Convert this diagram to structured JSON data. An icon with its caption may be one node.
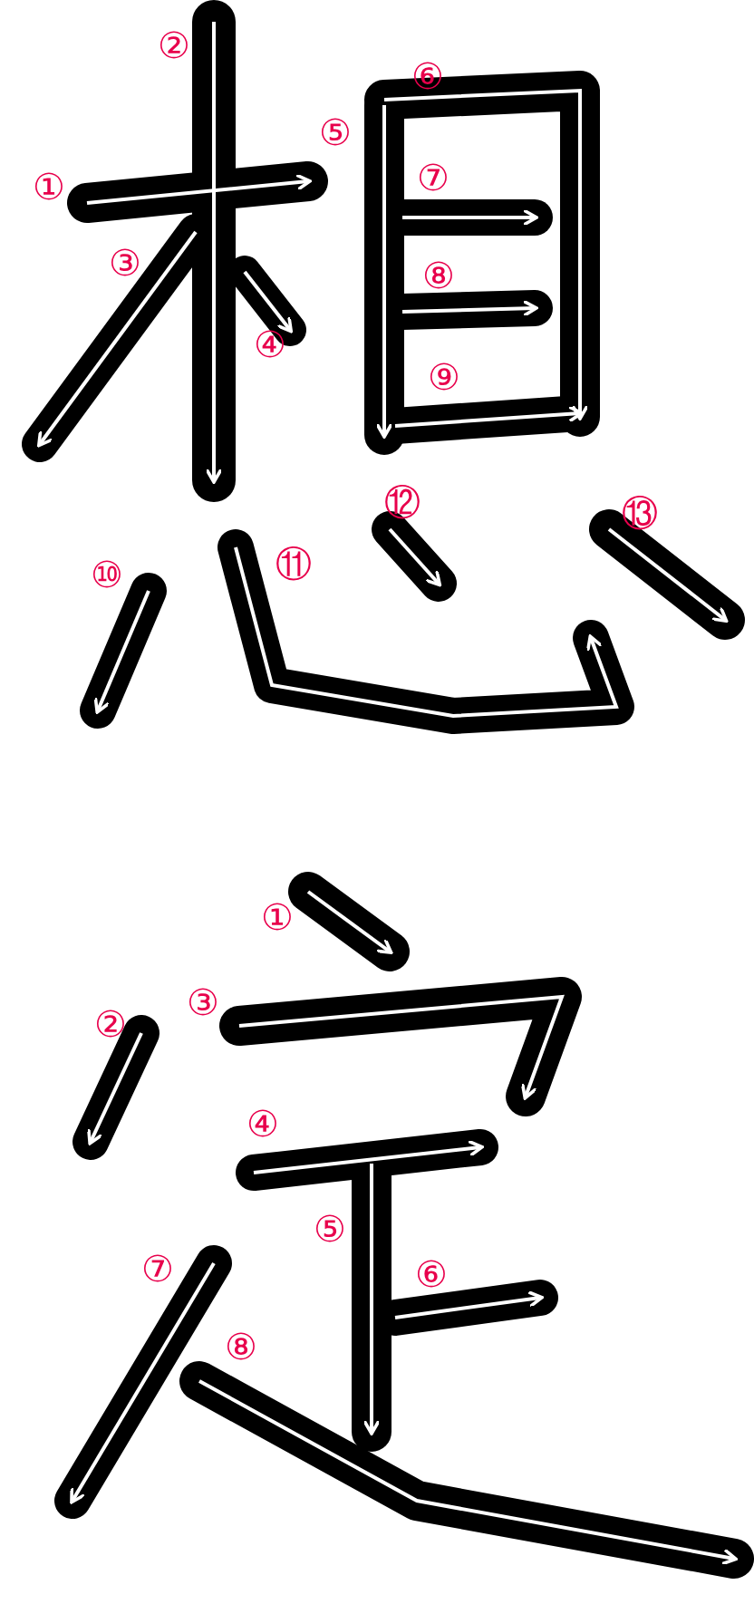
{
  "diagram": {
    "labels": [
      "①",
      "②",
      "③",
      "④",
      "⑤",
      "⑥",
      "⑦",
      "⑧",
      "⑨",
      "⑩",
      "⑪",
      "⑫",
      "⑬",
      "①",
      "②",
      "③",
      "④",
      "⑤",
      "⑥",
      "⑦",
      "⑧"
    ]
  }
}
